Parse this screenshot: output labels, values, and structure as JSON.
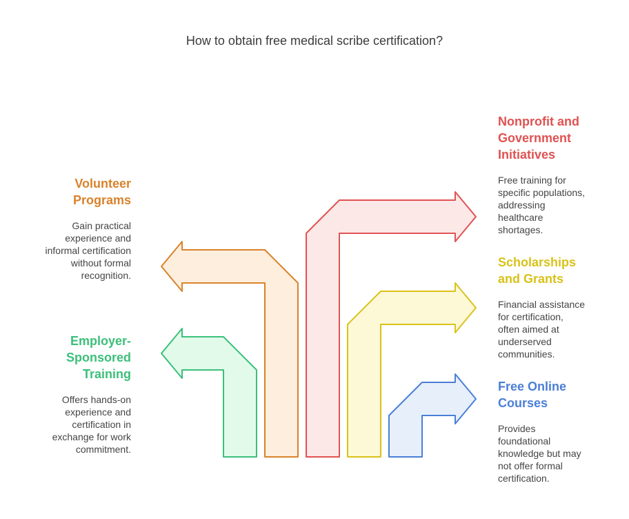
{
  "title": "How to obtain free medical scribe certification?",
  "options": [
    {
      "id": "nonprofit",
      "heading_lines": [
        "Nonprofit and",
        "Government",
        "Initiatives"
      ],
      "description_lines": [
        "Free training for",
        "specific populations,",
        "addressing",
        "healthcare",
        "shortages."
      ],
      "color": "#e05252",
      "fill": "#fde8e8"
    },
    {
      "id": "volunteer",
      "heading_lines": [
        "Volunteer",
        "Programs"
      ],
      "description_lines": [
        "Gain practical",
        "experience and",
        "informal certification",
        "without formal",
        "recognition."
      ],
      "color": "#d9822b",
      "fill": "#fdeedd"
    },
    {
      "id": "scholarships",
      "heading_lines": [
        "Scholarships",
        "and Grants"
      ],
      "description_lines": [
        "Financial assistance",
        "for certification,",
        "often aimed at",
        "underserved",
        "communities."
      ],
      "color": "#d9c21a",
      "fill": "#fdf8d6"
    },
    {
      "id": "employer",
      "heading_lines": [
        "Employer-",
        "Sponsored",
        "Training"
      ],
      "description_lines": [
        "Offers hands-on",
        "experience and",
        "certification in",
        "exchange for work",
        "commitment."
      ],
      "color": "#3cbf7a",
      "fill": "#e1faea"
    },
    {
      "id": "online",
      "heading_lines": [
        "Free Online",
        "Courses"
      ],
      "description_lines": [
        "Provides",
        "foundational",
        "knowledge but may",
        "not offer formal",
        "certification."
      ],
      "color": "#4a7fd6",
      "fill": "#e7effb"
    }
  ]
}
